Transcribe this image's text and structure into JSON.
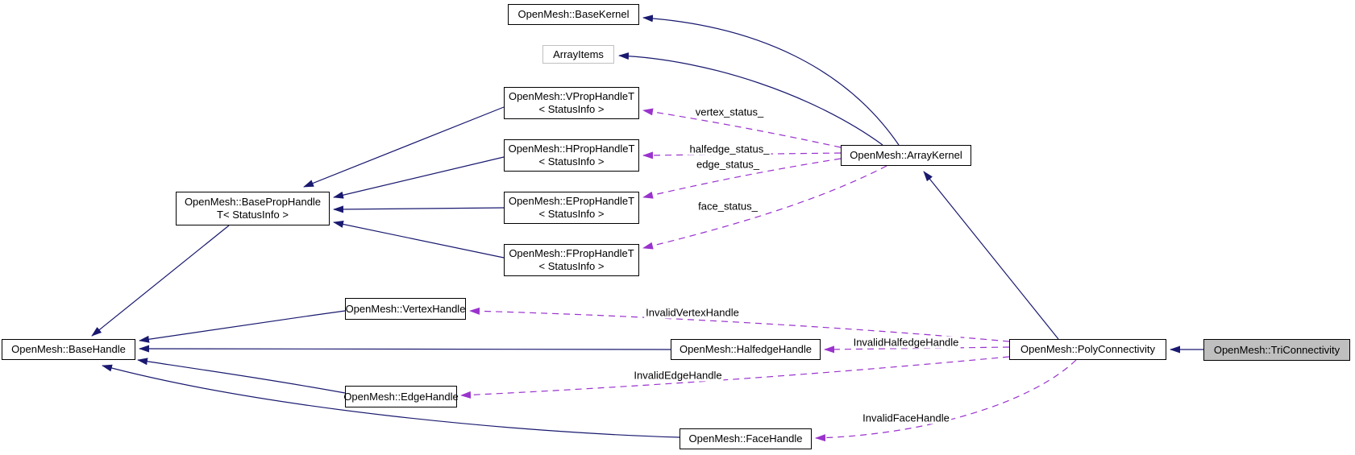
{
  "diagram": {
    "kind": "class-collaboration-graph",
    "focus_class": "OpenMesh::TriConnectivity",
    "colors": {
      "inheritance_edge": "#191970",
      "usage_edge": "#9a32cd",
      "node_border": "#000000",
      "node_background": "#ffffff",
      "focus_node_background": "#bfbfbf",
      "external_node_border": "#c0c0c0",
      "text": "#000000",
      "background": "#ffffff"
    },
    "nodes": {
      "baseKernel": {
        "label": "OpenMesh::BaseKernel"
      },
      "arrayItems": {
        "label": "ArrayItems"
      },
      "vprop": {
        "line1": "OpenMesh::VPropHandleT",
        "line2": "< StatusInfo >"
      },
      "hprop": {
        "line1": "OpenMesh::HPropHandleT",
        "line2": "< StatusInfo >"
      },
      "eprop": {
        "line1": "OpenMesh::EPropHandleT",
        "line2": "< StatusInfo >"
      },
      "fprop": {
        "line1": "OpenMesh::FPropHandleT",
        "line2": "< StatusInfo >"
      },
      "baseProp": {
        "line1": "OpenMesh::BasePropHandle",
        "line2": "T< StatusInfo >"
      },
      "baseHandle": {
        "label": "OpenMesh::BaseHandle"
      },
      "vertexHandle": {
        "label": "OpenMesh::VertexHandle"
      },
      "halfedgeHandle": {
        "label": "OpenMesh::HalfedgeHandle"
      },
      "edgeHandle": {
        "label": "OpenMesh::EdgeHandle"
      },
      "faceHandle": {
        "label": "OpenMesh::FaceHandle"
      },
      "arrayKernel": {
        "label": "OpenMesh::ArrayKernel"
      },
      "polyConnectivity": {
        "label": "OpenMesh::PolyConnectivity"
      },
      "triConnectivity": {
        "label": "OpenMesh::TriConnectivity"
      }
    },
    "edge_labels": {
      "vertexStatus": "vertex_status_",
      "halfedgeStatus": "halfedge_status_",
      "edgeStatus": "edge_status_",
      "faceStatus": "face_status_",
      "invalidVertexHandle": "InvalidVertexHandle",
      "invalidHalfedgeHandle": "InvalidHalfedgeHandle",
      "invalidEdgeHandle": "InvalidEdgeHandle",
      "invalidFaceHandle": "InvalidFaceHandle"
    },
    "relations": [
      {
        "from": "OpenMesh::TriConnectivity",
        "to": "OpenMesh::PolyConnectivity",
        "type": "inheritance"
      },
      {
        "from": "OpenMesh::PolyConnectivity",
        "to": "OpenMesh::ArrayKernel",
        "type": "inheritance"
      },
      {
        "from": "OpenMesh::ArrayKernel",
        "to": "OpenMesh::BaseKernel",
        "type": "inheritance"
      },
      {
        "from": "OpenMesh::ArrayKernel",
        "to": "ArrayItems",
        "type": "inheritance"
      },
      {
        "from": "OpenMesh::VPropHandleT< StatusInfo >",
        "to": "OpenMesh::BasePropHandleT< StatusInfo >",
        "type": "inheritance"
      },
      {
        "from": "OpenMesh::HPropHandleT< StatusInfo >",
        "to": "OpenMesh::BasePropHandleT< StatusInfo >",
        "type": "inheritance"
      },
      {
        "from": "OpenMesh::EPropHandleT< StatusInfo >",
        "to": "OpenMesh::BasePropHandleT< StatusInfo >",
        "type": "inheritance"
      },
      {
        "from": "OpenMesh::FPropHandleT< StatusInfo >",
        "to": "OpenMesh::BasePropHandleT< StatusInfo >",
        "type": "inheritance"
      },
      {
        "from": "OpenMesh::BasePropHandleT< StatusInfo >",
        "to": "OpenMesh::BaseHandle",
        "type": "inheritance"
      },
      {
        "from": "OpenMesh::VertexHandle",
        "to": "OpenMesh::BaseHandle",
        "type": "inheritance"
      },
      {
        "from": "OpenMesh::HalfedgeHandle",
        "to": "OpenMesh::BaseHandle",
        "type": "inheritance"
      },
      {
        "from": "OpenMesh::EdgeHandle",
        "to": "OpenMesh::BaseHandle",
        "type": "inheritance"
      },
      {
        "from": "OpenMesh::FaceHandle",
        "to": "OpenMesh::BaseHandle",
        "type": "inheritance"
      },
      {
        "from": "OpenMesh::ArrayKernel",
        "to": "OpenMesh::VPropHandleT< StatusInfo >",
        "type": "usage",
        "label": "vertex_status_"
      },
      {
        "from": "OpenMesh::ArrayKernel",
        "to": "OpenMesh::HPropHandleT< StatusInfo >",
        "type": "usage",
        "label": "halfedge_status_"
      },
      {
        "from": "OpenMesh::ArrayKernel",
        "to": "OpenMesh::EPropHandleT< StatusInfo >",
        "type": "usage",
        "label": "edge_status_"
      },
      {
        "from": "OpenMesh::ArrayKernel",
        "to": "OpenMesh::FPropHandleT< StatusInfo >",
        "type": "usage",
        "label": "face_status_"
      },
      {
        "from": "OpenMesh::PolyConnectivity",
        "to": "OpenMesh::VertexHandle",
        "type": "usage",
        "label": "InvalidVertexHandle"
      },
      {
        "from": "OpenMesh::PolyConnectivity",
        "to": "OpenMesh::HalfedgeHandle",
        "type": "usage",
        "label": "InvalidHalfedgeHandle"
      },
      {
        "from": "OpenMesh::PolyConnectivity",
        "to": "OpenMesh::EdgeHandle",
        "type": "usage",
        "label": "InvalidEdgeHandle"
      },
      {
        "from": "OpenMesh::PolyConnectivity",
        "to": "OpenMesh::FaceHandle",
        "type": "usage",
        "label": "InvalidFaceHandle"
      }
    ]
  }
}
